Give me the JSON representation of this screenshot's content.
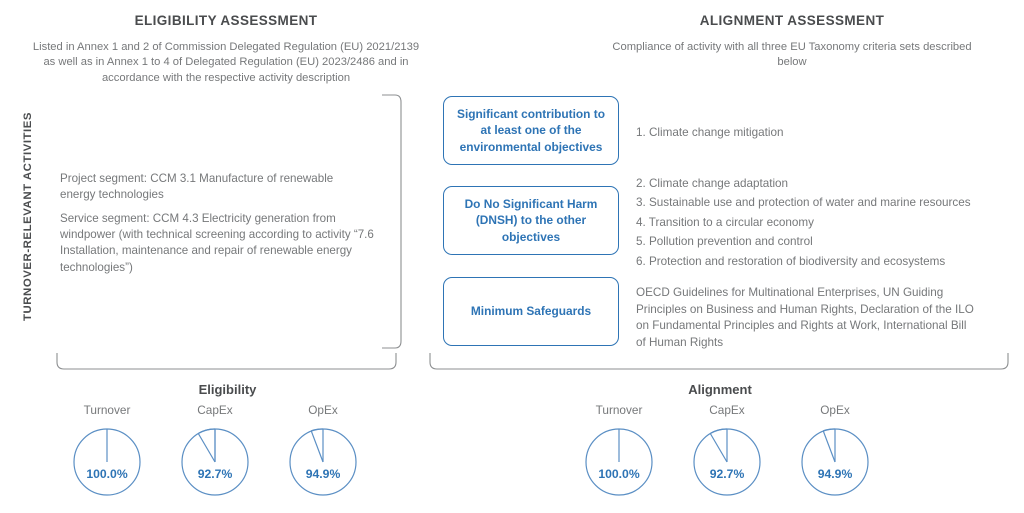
{
  "eligibility": {
    "title": "ELIGIBILITY ASSESSMENT",
    "subtitle": "Listed in Annex 1 and 2 of Commission Delegated Regulation (EU) 2021/2139 as well as in Annex 1 to 4 of Delegated Regulation (EU) 2023/2486 and in accordance with the respective activity description",
    "paragraphs": [
      "Project segment: CCM 3.1 Manufacture of renewable energy technologies",
      "Service segment: CCM 4.3 Electricity generation from windpower (with technical screening according to activity “7.6 Installation, maintenance and repair of renewable energy technologies”)"
    ]
  },
  "alignment": {
    "title": "ALIGNMENT ASSESSMENT",
    "subtitle": "Compliance of activity with all three EU Taxonomy criteria sets described below"
  },
  "side_label": "TURNOVER-RELEVANT ACTIVITIES",
  "criteria_boxes": [
    {
      "label": "Significant contribution to at least one of the environmental objectives"
    },
    {
      "label": "Do No Significant Harm (DNSH) to the other objectives"
    },
    {
      "label": "Minimum Safeguards"
    }
  ],
  "objectives_group_1": [
    "1. Climate change mitigation"
  ],
  "objectives_group_2": [
    "2. Climate change adaptation",
    "3. Sustainable use and protection of water and marine resources",
    "4. Transition to a circular economy",
    "5. Pollution prevention and control",
    "6. Protection and restoration of biodiversity and ecosystems"
  ],
  "safeguards_text": "OECD Guidelines for Multinational Enterprises, UN Guiding Principles on Business and Human Rights, Declaration of the ILO on Fundamental Principles and Rights at Work, International Bill of Human Rights",
  "colors": {
    "accent_blue": "#2e74b5",
    "pie_blue": "#5b8fc4",
    "text_grey": "#76787a",
    "heading_grey": "#4a4c4e",
    "bracket_grey": "#8d8f91"
  },
  "chart_data": [
    {
      "type": "pie",
      "title": "Eligibility",
      "categories": [
        "Turnover",
        "CapEx",
        "OpEx"
      ],
      "values": [
        100.0,
        92.7,
        94.9
      ],
      "value_labels": [
        "100.0%",
        "92.7%",
        "94.9%"
      ],
      "unit": "%",
      "ylim": [
        0,
        100
      ],
      "legend": "none",
      "grid": false
    },
    {
      "type": "pie",
      "title": "Alignment",
      "categories": [
        "Turnover",
        "CapEx",
        "OpEx"
      ],
      "values": [
        100.0,
        92.7,
        94.9
      ],
      "value_labels": [
        "100.0%",
        "92.7%",
        "94.9%"
      ],
      "unit": "%",
      "ylim": [
        0,
        100
      ],
      "legend": "none",
      "grid": false
    }
  ]
}
